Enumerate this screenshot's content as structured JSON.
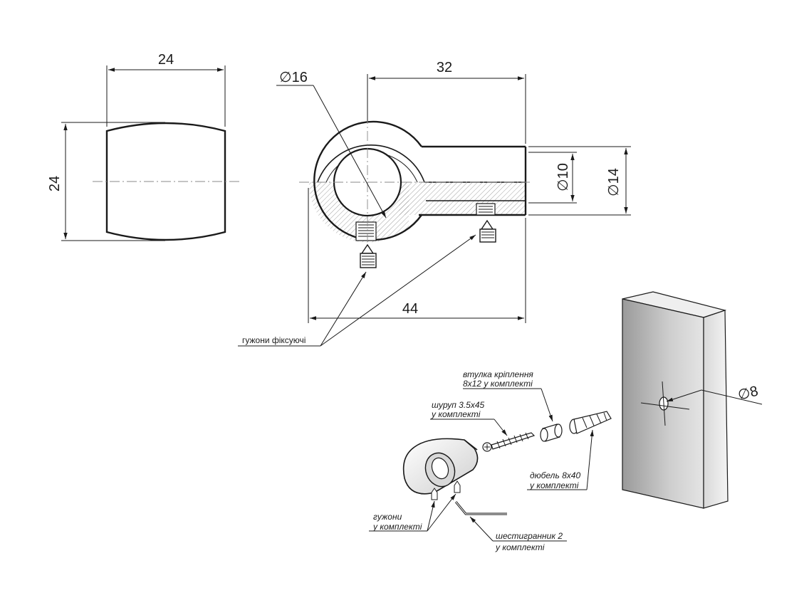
{
  "dimensions": {
    "side_width": "24",
    "side_height": "24",
    "diameter_outer": "∅16",
    "length_top": "32",
    "diameter_rod": "∅10",
    "diameter_collar": "∅14",
    "length_total": "44",
    "hole_diameter": "∅8"
  },
  "labels": {
    "set_screws_fixing": "гужони фіксуючі",
    "sleeve_line1": "втулка кріплення",
    "sleeve_line2": "8x12 у комплекті",
    "screw_line1": "шуруп 3.5x45",
    "screw_line2": "у комплекті",
    "dowel_line1": "дюбель 8x40",
    "dowel_line2": "у комплекті",
    "setscrews_line1": "гужони",
    "setscrews_line2": "у комплекті",
    "hexkey_line1": "шестигранник 2",
    "hexkey_line2": "у комплекті"
  },
  "colors": {
    "line": "#1a1a1a",
    "hatch": "#7a7a7a",
    "wall_face": "#a9a9a9",
    "wall_light": "#d6d6d6"
  }
}
